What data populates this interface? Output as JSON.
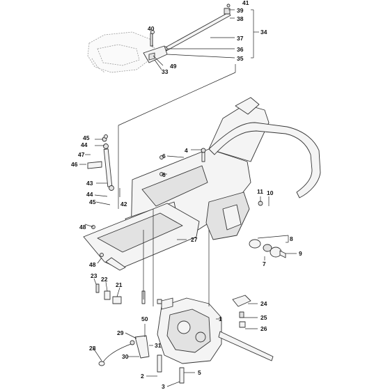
{
  "diagram": {
    "callouts": [
      {
        "id": "c41",
        "text": "41"
      },
      {
        "id": "c39",
        "text": "39"
      },
      {
        "id": "c38",
        "text": "38"
      },
      {
        "id": "c34",
        "text": "34"
      },
      {
        "id": "c37",
        "text": "37"
      },
      {
        "id": "c36",
        "text": "36"
      },
      {
        "id": "c35",
        "text": "35"
      },
      {
        "id": "c40",
        "text": "40"
      },
      {
        "id": "c49",
        "text": "49"
      },
      {
        "id": "c33",
        "text": "33"
      },
      {
        "id": "c45",
        "text": "45"
      },
      {
        "id": "c44a",
        "text": "44"
      },
      {
        "id": "c47",
        "text": "47"
      },
      {
        "id": "c46",
        "text": "46"
      },
      {
        "id": "c43",
        "text": "43"
      },
      {
        "id": "c44b",
        "text": "44"
      },
      {
        "id": "c45b",
        "text": "45"
      },
      {
        "id": "c42",
        "text": "42"
      },
      {
        "id": "c48a",
        "text": "48"
      },
      {
        "id": "c48b",
        "text": "48"
      },
      {
        "id": "c6a",
        "text": "6"
      },
      {
        "id": "c4",
        "text": "4"
      },
      {
        "id": "c6b",
        "text": "6"
      },
      {
        "id": "c11",
        "text": "11"
      },
      {
        "id": "c10",
        "text": "10"
      },
      {
        "id": "c8",
        "text": "8"
      },
      {
        "id": "c7",
        "text": "7"
      },
      {
        "id": "c9",
        "text": "9"
      },
      {
        "id": "c27",
        "text": "27"
      },
      {
        "id": "c23",
        "text": "23"
      },
      {
        "id": "c22",
        "text": "22"
      },
      {
        "id": "c21",
        "text": "21"
      },
      {
        "id": "c24",
        "text": "24"
      },
      {
        "id": "c1",
        "text": "1"
      },
      {
        "id": "c25",
        "text": "25"
      },
      {
        "id": "c26",
        "text": "26"
      },
      {
        "id": "c50",
        "text": "50"
      },
      {
        "id": "c29",
        "text": "29"
      },
      {
        "id": "c31",
        "text": "31"
      },
      {
        "id": "c28",
        "text": "28"
      },
      {
        "id": "c30",
        "text": "30"
      },
      {
        "id": "c5",
        "text": "5"
      },
      {
        "id": "c2",
        "text": "2"
      },
      {
        "id": "c3",
        "text": "3"
      }
    ]
  }
}
